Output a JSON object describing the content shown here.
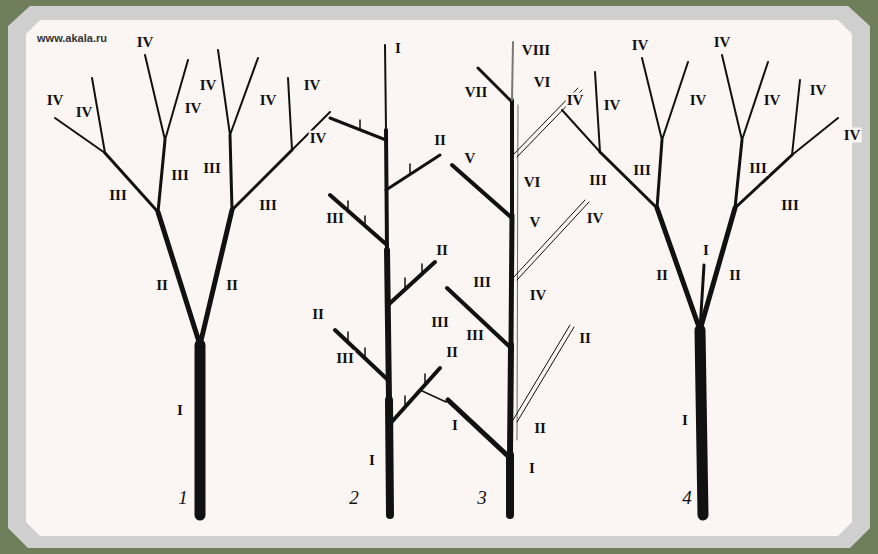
{
  "diagram": {
    "labels": [
      "www.akala.ru",
      "IV",
      "IV",
      "IV",
      "IV",
      "III",
      "III",
      "II",
      "I",
      "IV",
      "IV",
      "IV",
      "III",
      "III",
      "II",
      "1",
      "I",
      "IV",
      "II",
      "III",
      "II",
      "II",
      "III",
      "III",
      "II",
      "I",
      "2",
      "VIII",
      "VII",
      "VI",
      "VI",
      "V",
      "IV",
      "V",
      "III",
      "IV",
      "III",
      "II",
      "II",
      "I",
      "I",
      "3",
      "IV",
      "IV",
      "IV",
      "IV",
      "IV",
      "IV",
      "IV",
      "IV",
      "III",
      "III",
      "III",
      "III",
      "II",
      "I",
      "II",
      "I",
      "4"
    ]
  }
}
